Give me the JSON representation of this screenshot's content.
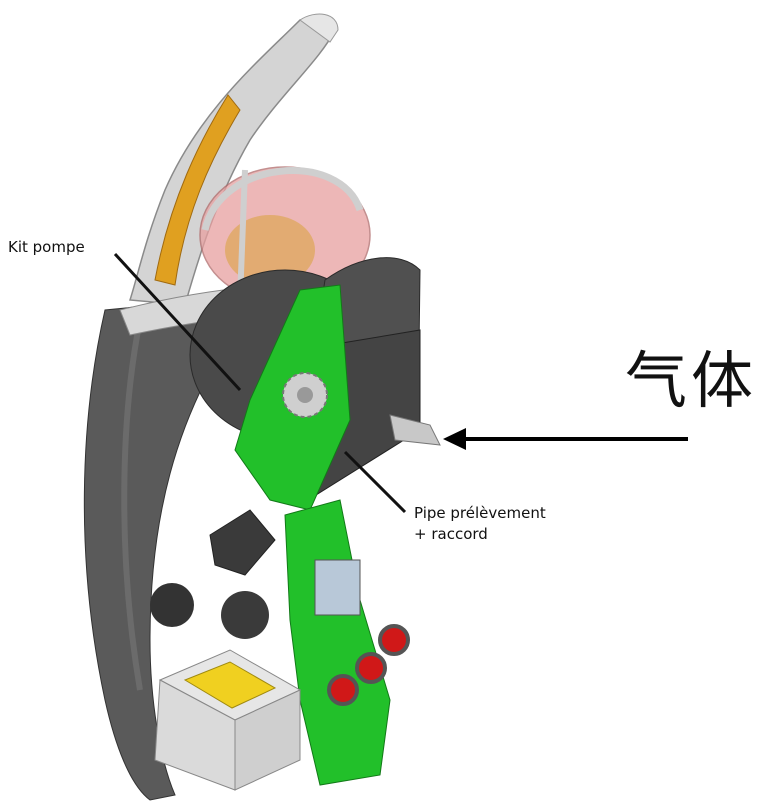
{
  "labels": {
    "kit_pompe": "Kit pompe",
    "pipe_line1": "Pipe prélèvement",
    "pipe_line2": "+ raccord",
    "gas": "气体"
  },
  "colors": {
    "housing_gray": "#5a5a5a",
    "light_gray": "#d4d4d4",
    "accent_orange": "#e0a020",
    "dome_pink": "#e8a0a0",
    "pcb_green": "#22c02a",
    "button_red": "#d01818",
    "battery_yellow": "#f0d020"
  }
}
